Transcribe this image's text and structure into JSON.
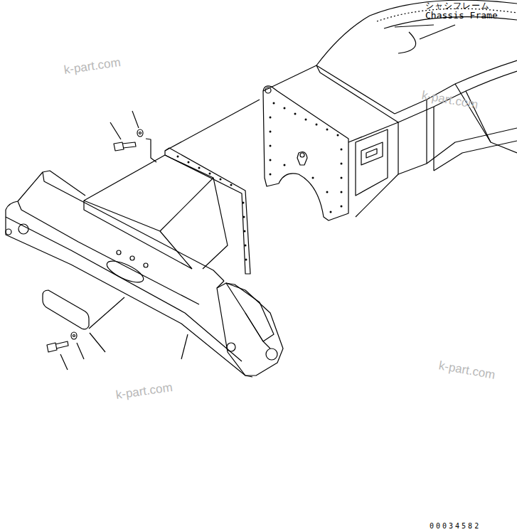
{
  "diagram": {
    "labels": [
      "シャシフレーム",
      "Chassis Frame",
      "k-part.com",
      "k-part.com",
      "k-part.com",
      "k-part.com",
      "00034582"
    ]
  }
}
